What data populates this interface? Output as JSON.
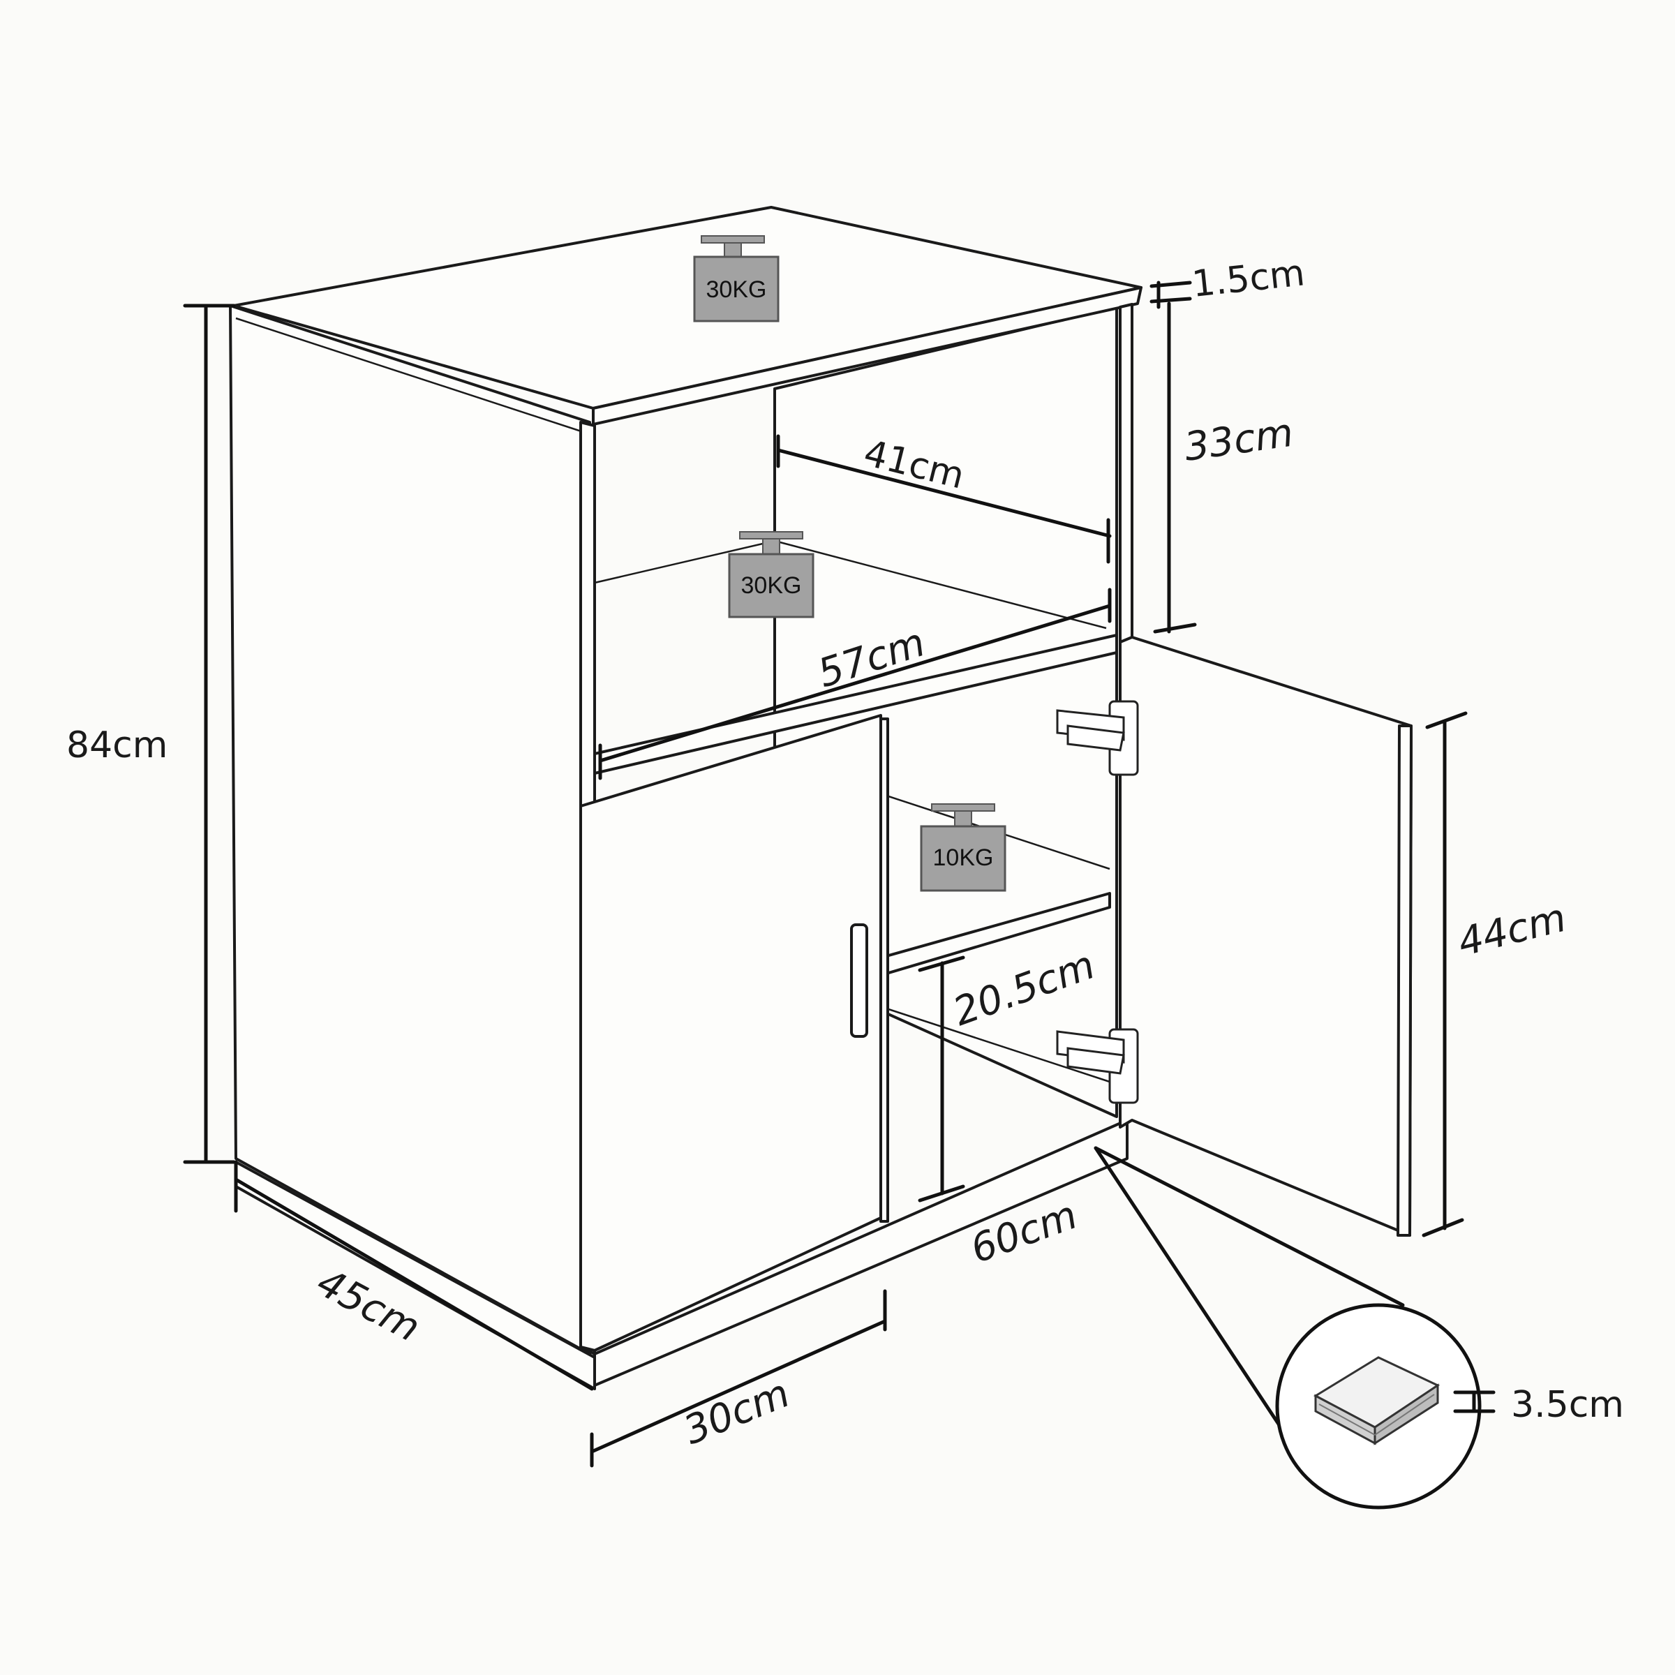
{
  "weights": {
    "top": "30KG",
    "middle_shelf": "30KG",
    "lower_shelf": "10KG"
  },
  "dimensions": {
    "height_total": "84cm",
    "top_thickness": "1.5cm",
    "open_compartment_height": "33cm",
    "inner_width": "41cm",
    "inner_diagonal": "57cm",
    "door_height": "44cm",
    "shelf_gap": "20.5cm",
    "depth": "45cm",
    "width": "60cm",
    "door_width": "30cm",
    "foot_height": "3.5cm"
  }
}
